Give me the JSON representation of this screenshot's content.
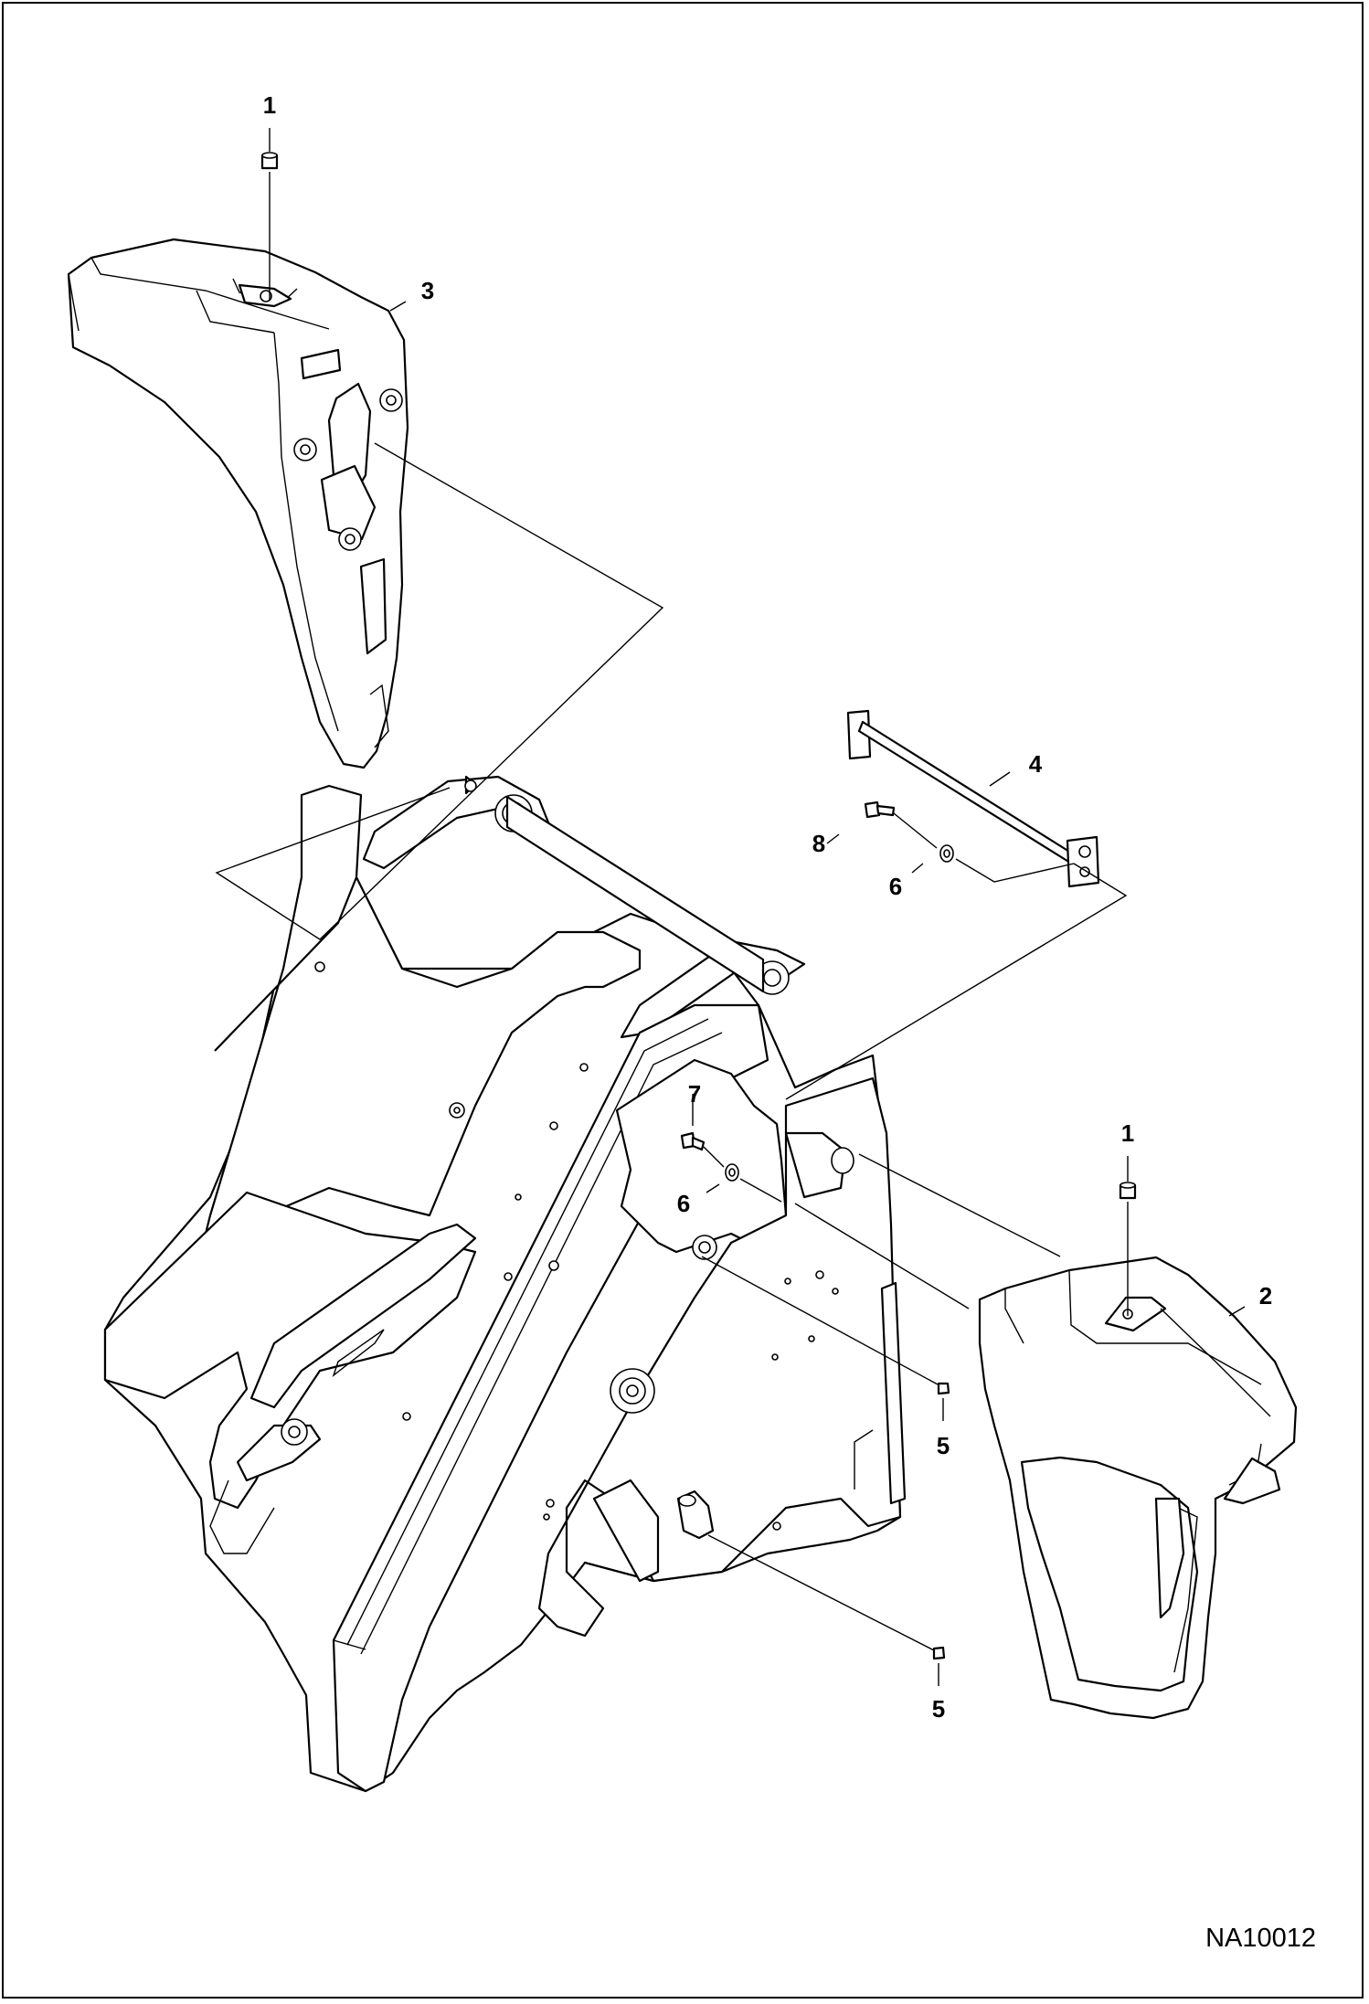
{
  "drawing": {
    "code": "NA10012",
    "callouts": [
      {
        "id": "callout-1-top",
        "text": "1"
      },
      {
        "id": "callout-3",
        "text": "3"
      },
      {
        "id": "callout-4",
        "text": "4"
      },
      {
        "id": "callout-8",
        "text": "8"
      },
      {
        "id": "callout-6-top",
        "text": "6"
      },
      {
        "id": "callout-7",
        "text": "7"
      },
      {
        "id": "callout-6-mid",
        "text": "6"
      },
      {
        "id": "callout-1-right",
        "text": "1"
      },
      {
        "id": "callout-2",
        "text": "2"
      },
      {
        "id": "callout-5-upper",
        "text": "5"
      },
      {
        "id": "callout-5-lower",
        "text": "5"
      }
    ]
  },
  "colors": {
    "ink": "#000000",
    "paper": "#ffffff"
  }
}
